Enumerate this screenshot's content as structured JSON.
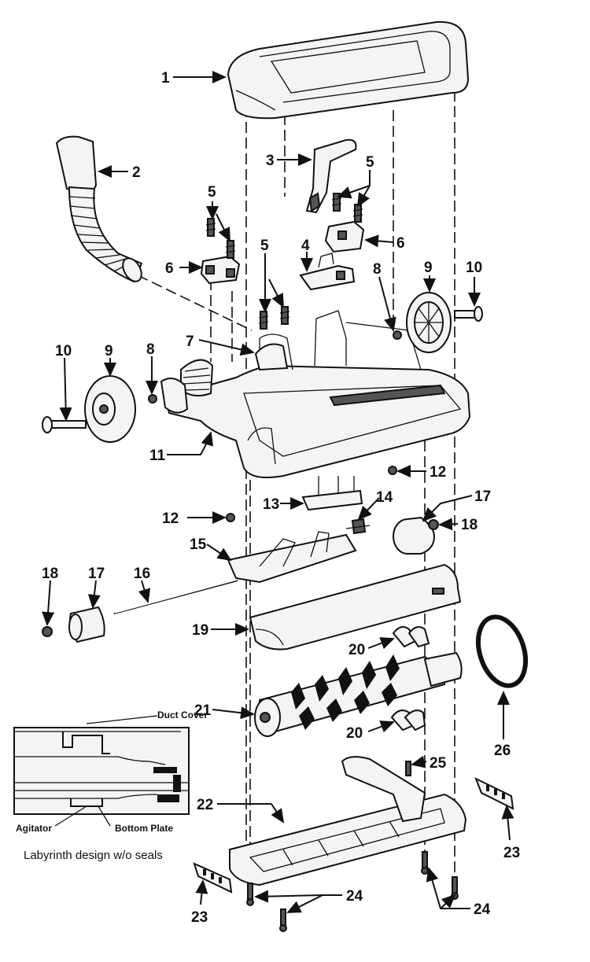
{
  "labels": {
    "n1": "1",
    "n2": "2",
    "n3": "3",
    "n4": "4",
    "n5a": "5",
    "n5b": "5",
    "n5c": "5",
    "n6a": "6",
    "n6b": "6",
    "n7": "7",
    "n8a": "8",
    "n8b": "8",
    "n9a": "9",
    "n9b": "9",
    "n10a": "10",
    "n10b": "10",
    "n11": "11",
    "n12a": "12",
    "n12b": "12",
    "n13": "13",
    "n14": "14",
    "n15": "15",
    "n16": "16",
    "n17a": "17",
    "n17b": "17",
    "n18a": "18",
    "n18b": "18",
    "n19": "19",
    "n20a": "20",
    "n20b": "20",
    "n21": "21",
    "n22": "22",
    "n23a": "23",
    "n23b": "23",
    "n24a": "24",
    "n24b": "24",
    "n25": "25",
    "n26": "26"
  },
  "inset": {
    "duct_cover": "Duct Cover",
    "agitator": "Agitator",
    "bottom_plate": "Bottom Plate",
    "caption": "Labyrinth design w/o seals"
  }
}
